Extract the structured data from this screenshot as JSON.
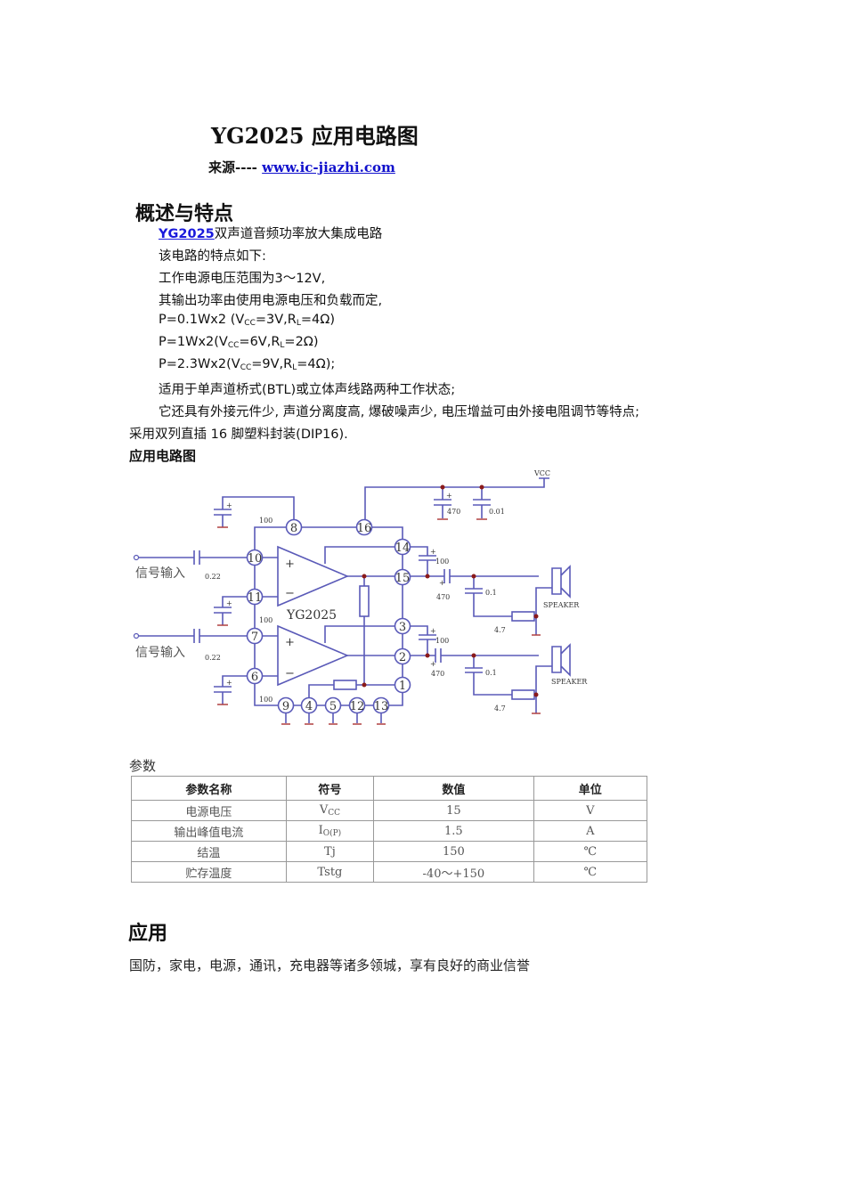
{
  "title": "YG2025 应用电路图",
  "source": {
    "label": "来源----",
    "link": "www.ic-jiazhi.com"
  },
  "overview": {
    "heading": "概述与特点",
    "lines": {
      "l0_link": "YG2025",
      "l0_text": "双声道音频功率放大集成电路",
      "l1": "该电路的特点如下:",
      "l2": "工作电源电压范围为3～12V,",
      "l3": "其输出功率由使用电源电压和负载而定,",
      "l4a": "P=0.1Wx2 (V",
      "l4b": "CC",
      "l4c": "=3V,R",
      "l4d": "L",
      "l4e": "=4Ω)",
      "l5a": "P=1Wx2(V",
      "l5b": "CC",
      "l5c": "=6V,R",
      "l5d": "L",
      "l5e": "=2Ω)",
      "l6a": "P=2.3Wx2(V",
      "l6b": "CC",
      "l6c": "=9V,R",
      "l6d": "L",
      "l6e": "=4Ω);",
      "l7": "适用于单声道桥式(BTL)或立体声线路两种工作状态;",
      "l8": "它还具有外接元件少, 声道分离度高, 爆破噪声少, 电压增益可由外接电阻调节等特点;",
      "l9": "采用双列直插 16 脚塑料封装(DIP16)."
    }
  },
  "circuit_heading": "应用电路图",
  "diagram": {
    "vcc": "VCC",
    "chip": "YG2025",
    "input_label": "信号输入",
    "c_in": "0.22",
    "c_100": "100",
    "c_470": "470",
    "c_001": "0.01",
    "c_01": "0.1",
    "r_47": "4.7",
    "speaker": "SPEAKER",
    "plus": "+",
    "minus": "−",
    "pins": {
      "p1": "1",
      "p2": "2",
      "p3": "3",
      "p4": "4",
      "p5": "5",
      "p6": "6",
      "p7": "7",
      "p8": "8",
      "p9": "9",
      "p10": "10",
      "p11": "11",
      "p12": "12",
      "p13": "13",
      "p14": "14",
      "p15": "15",
      "p16": "16"
    }
  },
  "params": {
    "label": "参数",
    "headers": [
      "参数名称",
      "符号",
      "数值",
      "单位"
    ],
    "rows": [
      {
        "name": "电源电压",
        "sym": "V",
        "sub": "CC",
        "value": "15",
        "unit": "V"
      },
      {
        "name": "输出峰值电流",
        "sym": "I",
        "sub": "O(P)",
        "value": "1.5",
        "unit": "A"
      },
      {
        "name": "结温",
        "sym": "Tj",
        "sub": "",
        "value": "150",
        "unit": "℃"
      },
      {
        "name": "贮存温度",
        "sym": "Tstg",
        "sub": "",
        "value": "-40～+150",
        "unit": "℃"
      }
    ]
  },
  "application": {
    "heading": "应用",
    "text": "国防，家电，电源，通讯，充电器等诸多领城，享有良好的商业信誉"
  }
}
